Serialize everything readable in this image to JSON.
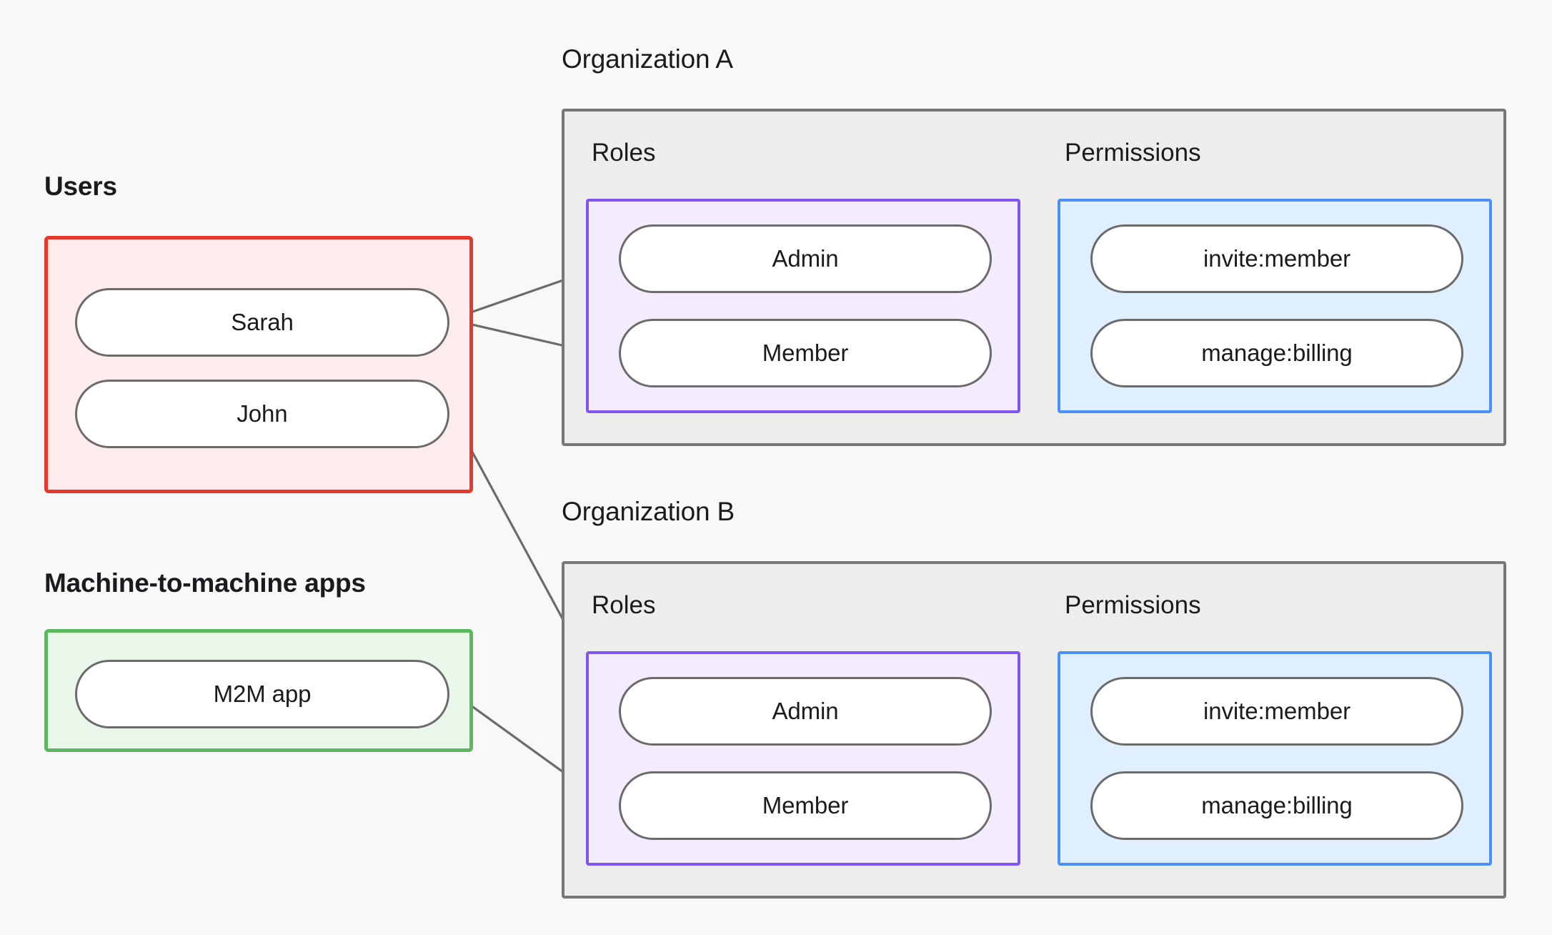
{
  "background_color": "#f7f8f7",
  "colors": {
    "users_border": "#e8372c",
    "users_fill": "#fdeceb",
    "m2m_border": "#5cb85f",
    "m2m_fill": "#e9f6ea",
    "org_border": "#777777",
    "org_fill": "#ededeb",
    "roles_border": "#7f56f0",
    "roles_fill": "#f4ecfd",
    "perms_border": "#4a90f7",
    "perms_fill": "#dfeffd",
    "node_border": "#6b6b6b",
    "node_fill": "#ffffff",
    "edge": "#6b6b6b",
    "text": "#1b1b1f"
  },
  "left_column": {
    "users": {
      "caption": "Users",
      "nodes": [
        {
          "label": "Sarah"
        },
        {
          "label": "John"
        }
      ]
    },
    "m2m": {
      "caption": "Machine-to-machine apps",
      "nodes": [
        {
          "label": "M2M app"
        }
      ]
    }
  },
  "organizations": [
    {
      "title": "Organization A",
      "roles_caption": "Roles",
      "permissions_caption": "Permissions",
      "roles": [
        {
          "label": "Admin"
        },
        {
          "label": "Member"
        }
      ],
      "permissions": [
        {
          "label": "invite:member"
        },
        {
          "label": "manage:billing"
        }
      ]
    },
    {
      "title": "Organization B",
      "roles_caption": "Roles",
      "permissions_caption": "Permissions",
      "roles": [
        {
          "label": "Admin"
        },
        {
          "label": "Member"
        }
      ],
      "permissions": [
        {
          "label": "invite:member"
        },
        {
          "label": "manage:billing"
        }
      ]
    }
  ],
  "edges": [
    {
      "from": "Sarah",
      "to": "Organization A / Admin"
    },
    {
      "from": "Sarah",
      "to": "Organization A / Member"
    },
    {
      "from": "John",
      "to": "Organization B / Admin"
    },
    {
      "from": "M2M app",
      "to": "Organization B / Member"
    },
    {
      "from": "Organization A / Admin",
      "to": "Organization A / invite:member"
    },
    {
      "from": "Organization A / Admin",
      "to": "Organization A / manage:billing"
    },
    {
      "from": "Organization A / Member",
      "to": "Organization A / manage:billing"
    },
    {
      "from": "Organization B / Admin",
      "to": "Organization B / invite:member"
    },
    {
      "from": "Organization B / Admin",
      "to": "Organization B / manage:billing"
    },
    {
      "from": "Organization B / Member",
      "to": "Organization B / manage:billing"
    }
  ]
}
